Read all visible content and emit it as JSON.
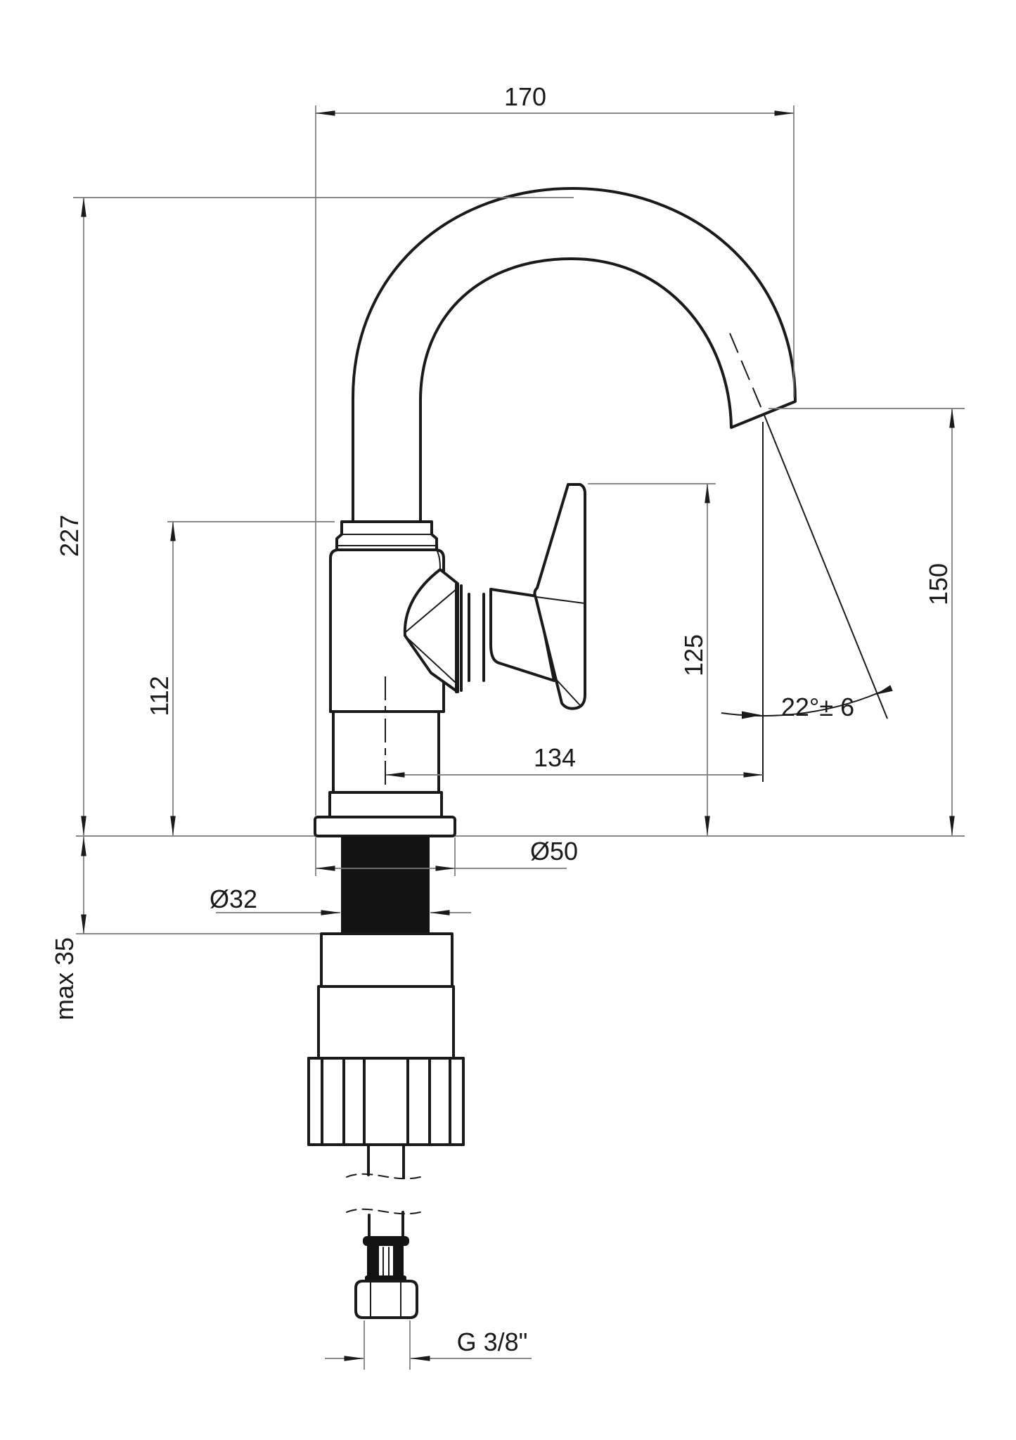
{
  "drawing": {
    "type": "faucet-technical-dimension-drawing",
    "background_color": "#ffffff",
    "colors": {
      "part_outline": "#1a1a1a",
      "dimension_line": "#7a7a7a",
      "label_text": "#1a1a1a",
      "solid_fill": "#131313"
    },
    "dimensions": {
      "spout_reach": "170",
      "total_height": "227",
      "body_height": "112",
      "handle_height": "125",
      "outlet_height": "150",
      "outlet_reach": "134",
      "outlet_angle": "22°± 6",
      "base_diameter": "Ø50",
      "shank_diameter": "Ø32",
      "max_mounting_thickness": "max 35",
      "connection_thread": "G 3/8\""
    }
  }
}
